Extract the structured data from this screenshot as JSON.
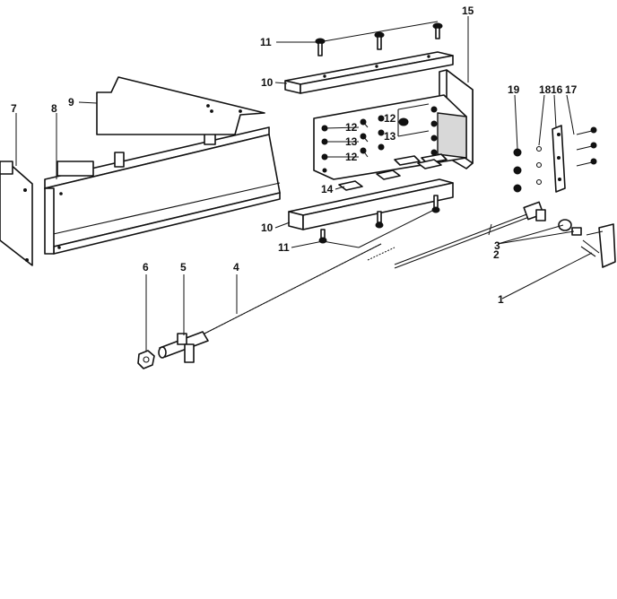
{
  "callouts": {
    "c1": "1",
    "c2": "2",
    "c3": "3",
    "c4": "4",
    "c5": "5",
    "c6": "6",
    "c7": "7",
    "c8": "8",
    "c9": "9",
    "c10_top": "10",
    "c10_bottom": "10",
    "c11_top": "11",
    "c11_bottom": "11",
    "c12_a": "12",
    "c12_b": "12",
    "c12_c": "12",
    "c13_a": "13",
    "c13_b": "13",
    "c14": "14",
    "c15": "15",
    "c16": "16",
    "c17": "17",
    "c18": "18",
    "c19": "19"
  }
}
